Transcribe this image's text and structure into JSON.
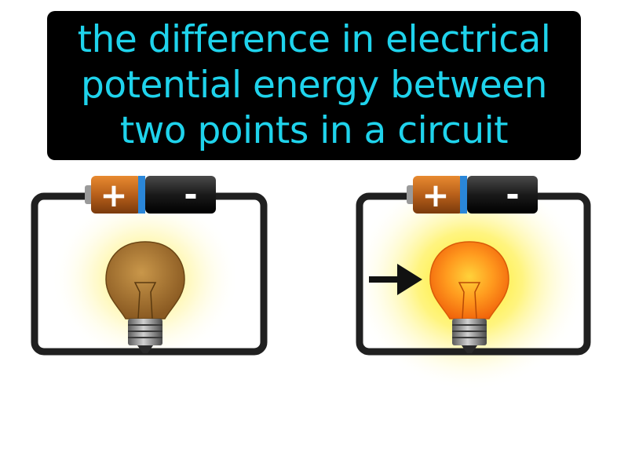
{
  "definition": {
    "lines": [
      "the difference in electrical",
      "potential energy between",
      "two points in a circuit"
    ],
    "text_color": "#1fd3ec",
    "background_color": "#000000"
  },
  "circuits": [
    {
      "battery": {
        "positive_label": "+",
        "negative_label": "-"
      },
      "bulb_state": "dim",
      "bulb_color": "#a87736",
      "has_arrow": false
    },
    {
      "battery": {
        "positive_label": "+",
        "negative_label": "-"
      },
      "bulb_state": "bright",
      "bulb_color": "#ff7a10",
      "has_arrow": true,
      "arrow_icon": "arrow-right-icon"
    }
  ],
  "colors": {
    "wire": "#202020",
    "battery_positive": "#c46a1a",
    "battery_negative": "#181818",
    "battery_stripe": "#2a86d8",
    "glow": "#ffe500"
  }
}
